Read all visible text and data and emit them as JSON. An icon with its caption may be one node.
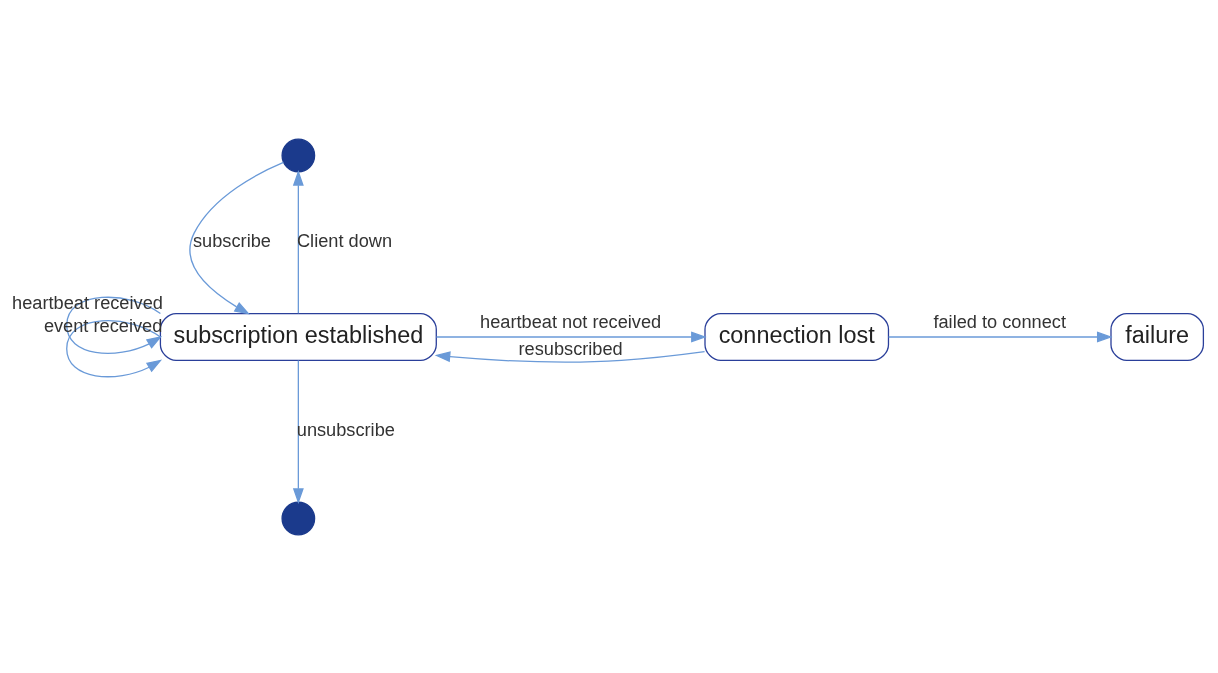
{
  "diagram": {
    "nodes": [
      {
        "text": [],
        "shape": "circle"
      },
      {
        "text": [
          "subscription established"
        ]
      },
      {
        "text": [
          "connection lost"
        ]
      },
      {
        "text": [
          "failure"
        ]
      },
      {
        "text": [],
        "shape": "circle"
      }
    ],
    "edges": [
      {
        "from": 0,
        "to": 1,
        "arrow": "to",
        "label": "subscribe"
      },
      {
        "from": 1,
        "to": 0,
        "arrow": "to",
        "label": "Client down"
      },
      {
        "from": 1,
        "to": 2,
        "arrow": "to",
        "label": "heartbeat not received"
      },
      {
        "from": 2,
        "to": 1,
        "arrow": "to",
        "label": "resubscribed"
      },
      {
        "from": 2,
        "to": 3,
        "arrow": "to",
        "label": "failed to connect"
      },
      {
        "from": 1,
        "to": 1,
        "arrow": "to",
        "label": "heartbeat received"
      },
      {
        "from": 1,
        "to": 1,
        "arrow": "to",
        "label": "event received"
      },
      {
        "from": 1,
        "to": 4,
        "arrow": "to",
        "label": "unsubscribe"
      }
    ]
  }
}
